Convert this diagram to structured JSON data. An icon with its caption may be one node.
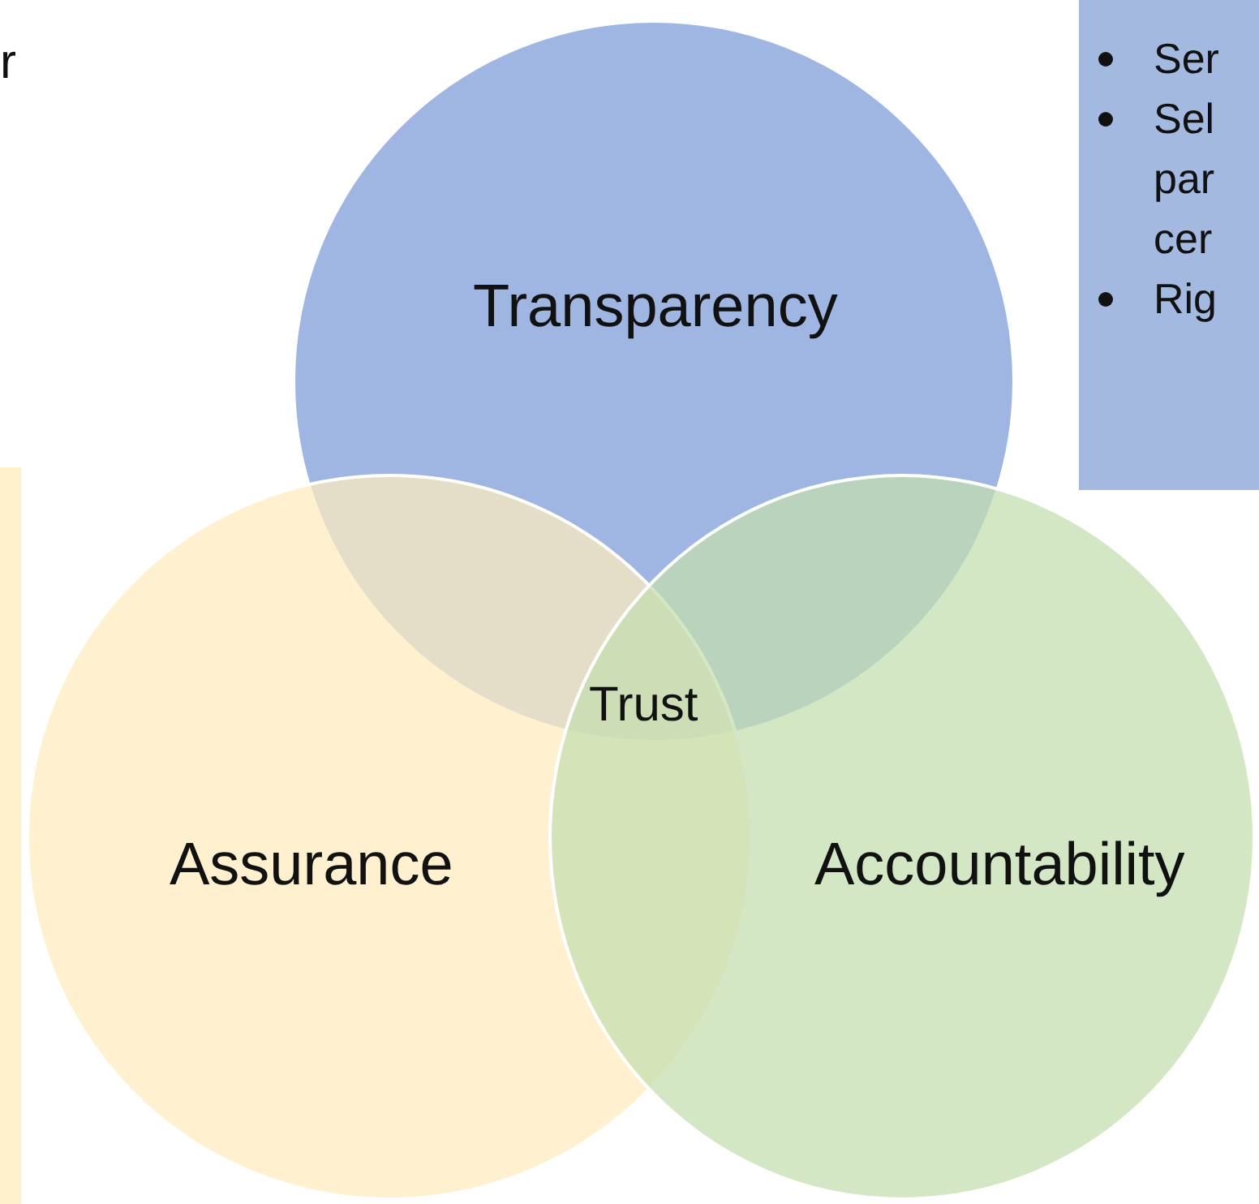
{
  "diagram": {
    "nodes": [
      {
        "text": [
          "Transparency"
        ]
      },
      {
        "text": [
          "Assurance"
        ]
      },
      {
        "text": [
          "Accountability"
        ]
      },
      {
        "text": [
          "Ser",
          "Sel par cer",
          "Rig"
        ]
      },
      {
        "text": [],
        "shape": "box"
      }
    ],
    "edges": [],
    "labels": [
      "r",
      "Trust"
    ]
  }
}
